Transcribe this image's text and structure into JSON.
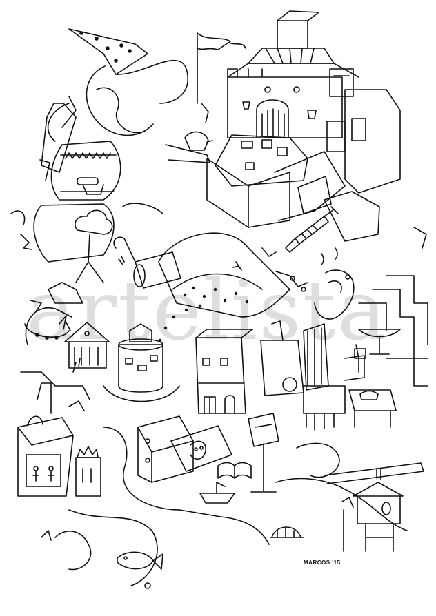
{
  "artwork": {
    "style": "black ink line drawing, coloring page",
    "background": "#ffffff",
    "ink": "#111111",
    "watermark_text": "artelista",
    "signature": "MARCOS '15"
  },
  "icons": [
    "wizard-hat-icon",
    "castle-icon",
    "flag-icon",
    "syringe-icon",
    "house-icon",
    "crown-icon",
    "fish-icon",
    "boat-icon",
    "book-icon"
  ]
}
